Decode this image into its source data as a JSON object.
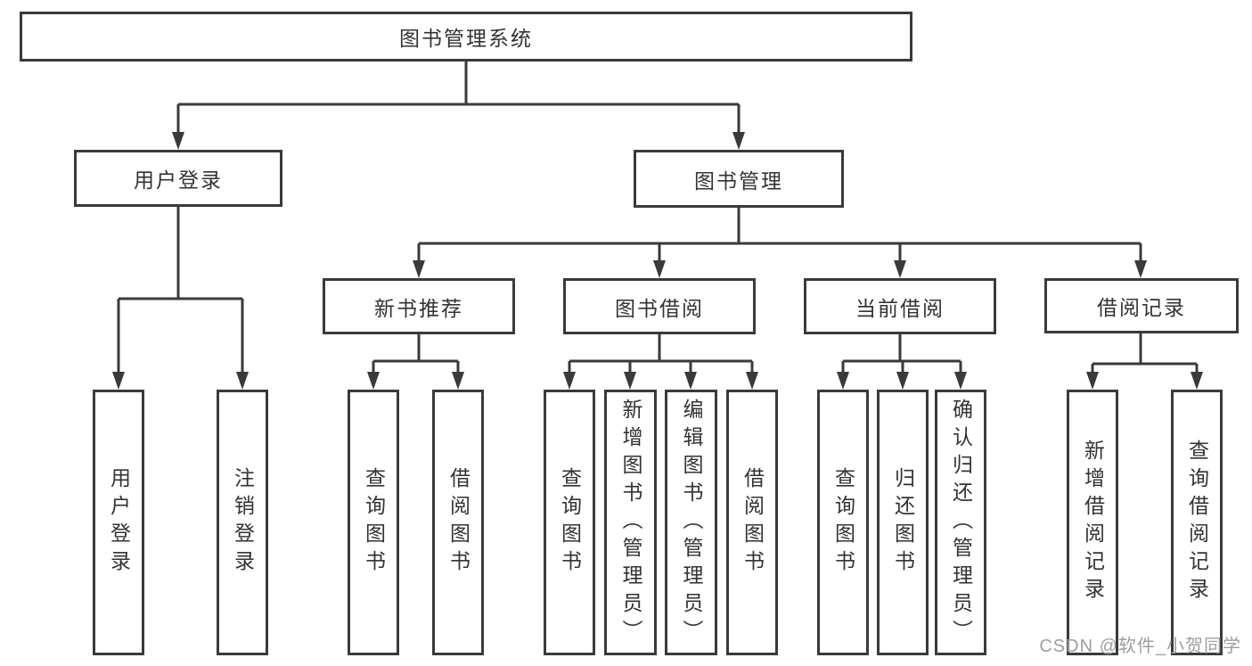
{
  "diagram": {
    "root": {
      "label": "图书管理系统"
    },
    "level2": [
      {
        "label": "用户登录",
        "children": [
          {
            "label": "用户登录"
          },
          {
            "label": "注销登录"
          }
        ]
      },
      {
        "label": "图书管理",
        "children": [
          {
            "label": "新书推荐",
            "children": [
              {
                "label": "查询图书"
              },
              {
                "label": "借阅图书"
              }
            ]
          },
          {
            "label": "图书借阅",
            "children": [
              {
                "label": "查询图书"
              },
              {
                "label": "新增图书（管理员）"
              },
              {
                "label": "编辑图书（管理员）"
              },
              {
                "label": "借阅图书"
              }
            ]
          },
          {
            "label": "当前借阅",
            "children": [
              {
                "label": "查询图书"
              },
              {
                "label": "归还图书"
              },
              {
                "label": "确认归还（管理员）"
              }
            ]
          },
          {
            "label": "借阅记录",
            "children": [
              {
                "label": "新增借阅记录"
              },
              {
                "label": "查询借阅记录"
              }
            ]
          }
        ]
      }
    ]
  },
  "watermark": {
    "text": "CSDN @软件_小贺同学",
    "color": "#9e9e9e"
  },
  "colors": {
    "line": "#3a3a3a",
    "text": "#333333",
    "background": "#ffffff"
  }
}
